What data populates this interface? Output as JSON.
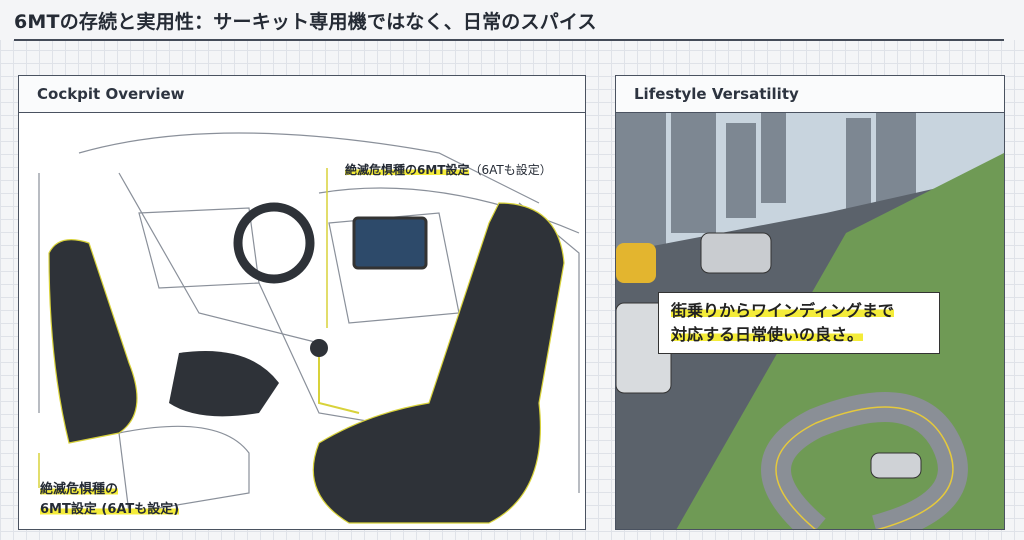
{
  "title": "6MTの存続と実用性：サーキット専用機ではなく、日常のスパイス",
  "left_panel": {
    "heading": "Cockpit Overview",
    "callout_top_highlight": "絶滅危惧種の6MT設定",
    "callout_top_rest": "（6ATも設定）",
    "callout_bottom_line1": "絶滅危惧種の",
    "callout_bottom_line2": "6MT設定 (6ATも設定)"
  },
  "right_panel": {
    "heading": "Lifestyle Versatility",
    "bubble_line1": "街乗りからワインディングまで",
    "bubble_line2": "対応する日常使いの良さ。"
  },
  "colors": {
    "accent": "#f4ec3a",
    "line": "#4a5260",
    "seat": "#2e3238"
  }
}
